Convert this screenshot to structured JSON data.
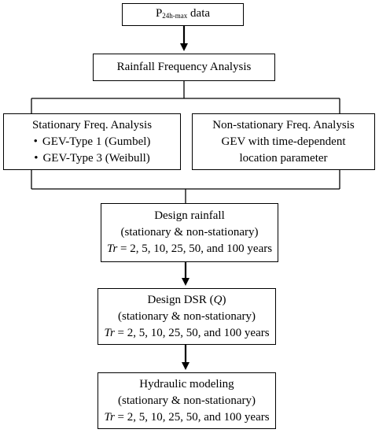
{
  "flowchart": {
    "input": {
      "label_main": "P",
      "label_sub": "24h-max",
      "label_rest": " data"
    },
    "rfa": {
      "label": "Rainfall Frequency Analysis"
    },
    "stationary": {
      "title": "Stationary Freq. Analysis",
      "items": [
        "GEV-Type 1 (Gumbel)",
        "GEV-Type 3 (Weibull)"
      ]
    },
    "nonstationary": {
      "lines": [
        "Non-stationary Freq. Analysis",
        "GEV with time-dependent",
        "location parameter"
      ]
    },
    "design_rainfall": {
      "title": "Design rainfall",
      "subtitle": "(stationary & non-stationary)",
      "tr_symbol": "Tr",
      "tr_values": " = 2, 5, 10, 25, 50, and 100 years"
    },
    "design_dsr": {
      "title_pre": "Design DSR (",
      "title_symbol": "Q",
      "title_post": ")",
      "subtitle": "(stationary & non-stationary)",
      "tr_symbol": "Tr",
      "tr_values": " = 2, 5, 10, 25, 50, and 100 years"
    },
    "hydraulic": {
      "title": "Hydraulic modeling",
      "subtitle": "(stationary & non-stationary)",
      "tr_symbol": "Tr",
      "tr_values": " = 2, 5, 10, 25, 50, and 100 years"
    }
  }
}
